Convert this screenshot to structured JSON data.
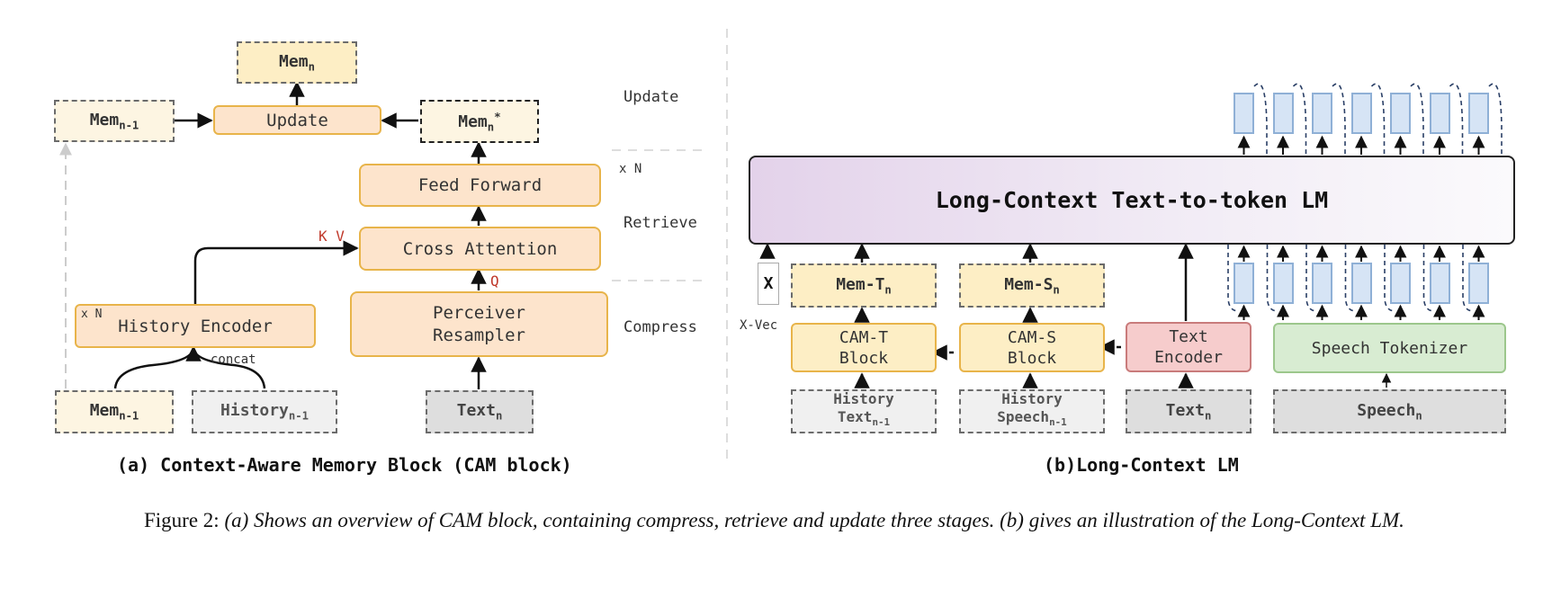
{
  "panel_a": {
    "caption": "(a) Context-Aware Memory Block (CAM block)",
    "mem_n": {
      "base": "Mem",
      "sub": "n"
    },
    "mem_n_minus_1_top": {
      "base": "Mem",
      "sub": "n-1"
    },
    "update": "Update",
    "mem_n_star": {
      "base": "Mem",
      "sub": "n",
      "sup": "*"
    },
    "feed_forward": "Feed Forward",
    "times_n_right": "x N",
    "cross_attention": "Cross Attention",
    "kv": "K V",
    "q": "Q",
    "perceiver_resampler": [
      "Perceiver",
      "Resampler"
    ],
    "history_encoder": "History Encoder",
    "times_n_left": "x N",
    "concat": "concat",
    "mem_n_minus_1_bottom": {
      "base": "Mem",
      "sub": "n-1"
    },
    "history_n_minus_1": {
      "base": "History",
      "sub": "n-1"
    },
    "text_n": {
      "base": "Text",
      "sub": "n"
    },
    "stage_update": "Update",
    "stage_retrieve": "Retrieve",
    "stage_compress": "Compress"
  },
  "panel_b": {
    "caption": "(b)Long-Context LM",
    "lm_title": "Long-Context Text-to-token LM",
    "x_box": "X",
    "x_vec": "X-Vec",
    "mem_t": {
      "base": "Mem-T",
      "sub": "n"
    },
    "mem_s": {
      "base": "Mem-S",
      "sub": "n"
    },
    "cam_t_block": [
      "CAM-T",
      "Block"
    ],
    "cam_s_block": [
      "CAM-S",
      "Block"
    ],
    "text_encoder": [
      "Text",
      "Encoder"
    ],
    "speech_tokenizer": "Speech Tokenizer",
    "history_text": {
      "line1": "History",
      "base": "Text",
      "sub": "n-1"
    },
    "history_speech": {
      "line1": "History",
      "base": "Speech",
      "sub": "n-1"
    },
    "text_n": {
      "base": "Text",
      "sub": "n"
    },
    "speech_n": {
      "base": "Speech",
      "sub": "n"
    },
    "output_token_count": 7,
    "input_token_count": 7
  },
  "figure_caption": {
    "prefix": "Figure 2: ",
    "body": "(a) Shows an overview of CAM block, containing compress, retrieve and update three stages. (b) gives an illustration of the Long-Context LM."
  },
  "colors": {
    "orange_fill": "#fde4cc",
    "yellow_fill": "#fdeec5",
    "border_gold": "#e8b44a",
    "pink_fill": "#f6cccc",
    "green_fill": "#d8ecd2",
    "token_blue": "#d6e4f5",
    "kv_red": "#c0392b"
  }
}
